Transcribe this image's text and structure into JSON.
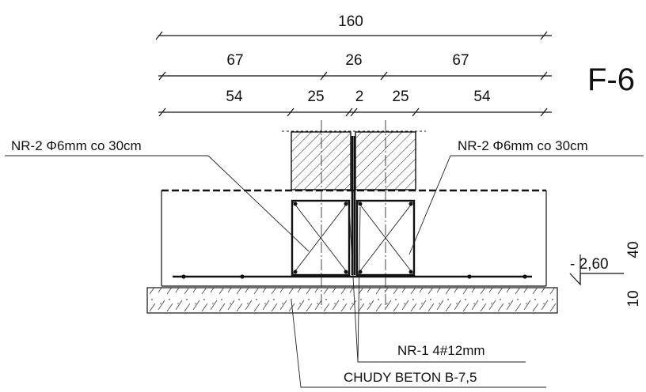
{
  "drawing_title": "F-6",
  "dimensions": {
    "overall": "160",
    "row2": [
      "67",
      "26",
      "67"
    ],
    "row3": [
      "54",
      "25",
      "2",
      "25",
      "54"
    ],
    "height_main": "40",
    "height_base": "10"
  },
  "level_mark": "- 2,60",
  "labels": {
    "stirrups_left": "NR-2  Φ6mm co 30cm",
    "stirrups_right": "NR-2  Φ6mm co 30cm",
    "main_rebar": "NR-1  4#12mm",
    "lean_concrete": "CHUDY BETON B-7,5"
  }
}
